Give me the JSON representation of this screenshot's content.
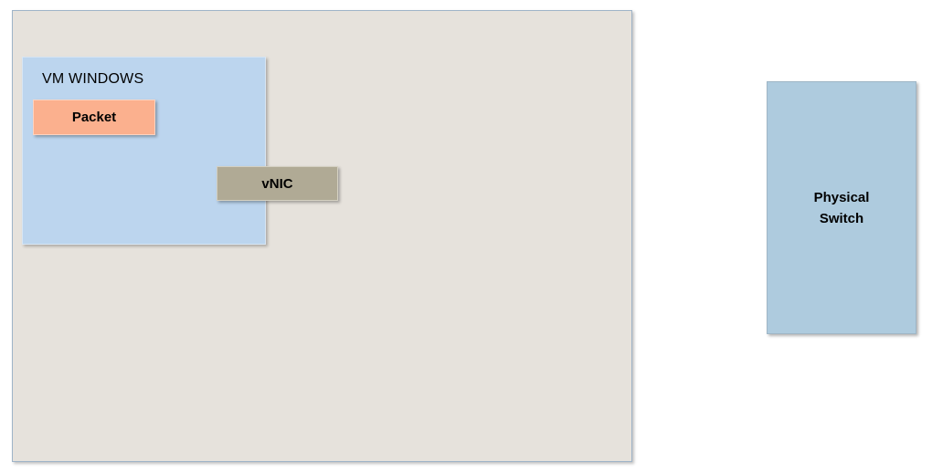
{
  "diagram": {
    "host_box": {
      "label": "",
      "color": "#e6e2dc"
    },
    "vm_box": {
      "label": "VM WINDOWS",
      "color": "#bcd5ee"
    },
    "packet_box": {
      "label": "Packet",
      "color": "#fbb08e"
    },
    "vnic_box": {
      "label": "vNIC",
      "color": "#b0aa95"
    },
    "switch_box": {
      "label": "Physical\nSwitch",
      "color": "#aecbde"
    }
  }
}
